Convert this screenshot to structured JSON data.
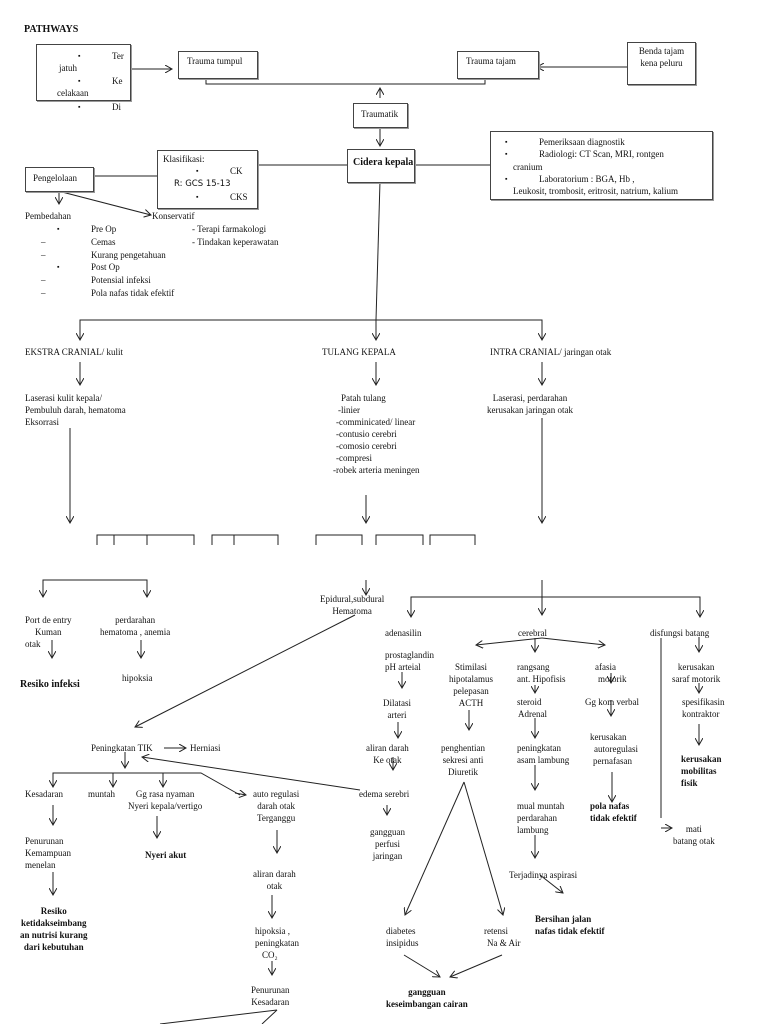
{
  "title": "PATHWAYS",
  "causes": {
    "items": [
      "Ter",
      "jatuh",
      "Ke",
      "celakaan",
      "Di"
    ]
  },
  "trauma_tumpul": "Trauma tumpul",
  "trauma_tajam": "Trauma tajam",
  "benda_tajam": [
    "Benda tajam",
    "kena peluru"
  ],
  "traumatik": "Traumatik",
  "cidera_kepala": "Cidera kepala",
  "diagnostics": [
    "Pemeriksaan diagnostik",
    "Radiologi: CT Scan, MRI, rontgen",
    "cranium",
    "Laboratorium : BGA, Hb ,",
    "Leukosit, trombosit, eritrosit, natrium, kalium"
  ],
  "klasifikasi": {
    "title": "Klasifikasi:",
    "items": [
      "CK",
      "R: GCS 15-13",
      "CKS"
    ]
  },
  "pengelolaan": "Pengelolaan",
  "pembedahan": "Pembedahan",
  "konservatif": "Konservatif",
  "pembedahan_list": [
    "Pre Op",
    "Cemas",
    "Kurang pengetahuan",
    "Post Op",
    "Potensial infeksi",
    "Pola nafas tidak efektif"
  ],
  "konservatif_list": [
    "- Terapi farmakologi",
    "- Tindakan  keperawatan"
  ],
  "ekstra": "EKSTRA CRANIAL/ kulit",
  "tulang": "TULANG KEPALA",
  "intra": "INTRA CRANIAL/ jaringan otak",
  "ekstra_detail": [
    "Laserasi kulit kepala/",
    "Pembuluh darah, hematoma",
    "Eksorrasi"
  ],
  "tulang_detail": [
    "Patah tulang",
    "-linier",
    "-comminicated/ linear",
    "-contusio cerebri",
    "-comosio cerebri",
    "-compresi",
    "-robek arteria meningen"
  ],
  "intra_detail": [
    "Laserasi, perdarahan",
    "kerusakan jaringan otak"
  ],
  "port": [
    "Port de entry",
    "Kuman",
    "otak"
  ],
  "perdarahan": [
    "perdarahan",
    "hematoma , anemia"
  ],
  "resiko_infeksi": "Resiko infeksi",
  "hipoksia": "hipoksia",
  "epidural": [
    "Epidural,subdural",
    "Hematoma"
  ],
  "tik": "Peningkatan TIK",
  "herniasi": "Herniasi",
  "kesadaran": "Kesadaran",
  "muntah": "muntah",
  "gg_rasa": [
    "Gg rasa nyaman",
    "Nyeri kepala/vertigo"
  ],
  "auto_regulasi": [
    "auto regulasi",
    "darah otak",
    "Terganggu"
  ],
  "edema": "edema serebri",
  "penurunan_menelan": [
    "Penurunan",
    "Kemampuan",
    "menelan"
  ],
  "nyeri_akut": "Nyeri akut",
  "resiko_nutrisi": [
    "Resiko",
    "ketidakseimbang",
    "an nutrisi kurang",
    "dari kebutuhan"
  ],
  "aliran_otak": [
    "aliran darah",
    "otak"
  ],
  "hipoksia_co2": [
    "hipoksia ,",
    "peningkatan",
    "CO₂"
  ],
  "penurunan_kesadaran": [
    "Penurunan",
    "Kesadaran"
  ],
  "gangguan_perfusi": [
    "gangguan",
    "perfusi",
    "jaringan"
  ],
  "adenasilin": "adenasilin",
  "prostaglandin": [
    "prostaglandin",
    "pH arteial"
  ],
  "dilatasi": [
    "Dilatasi",
    "arteri"
  ],
  "aliran_ke_otak": [
    "aliran darah",
    "Ke otak"
  ],
  "cerebral": "cerebral",
  "stimulasi": [
    "Stimilasi",
    "hipotalamus",
    "pelepasan",
    "ACTH"
  ],
  "penghentian": [
    "penghentian",
    "sekresi anti",
    "Diuretik"
  ],
  "rangsang": [
    "rangsang",
    "ant. Hipofisis"
  ],
  "steroid": [
    "steroid",
    "Adrenal"
  ],
  "asam": [
    "peningkatan",
    "asam lambung"
  ],
  "mual": [
    "mual muntah",
    "perdarahan",
    "lambung"
  ],
  "aspirasi": "Terjadinya aspirasi",
  "bersihan": [
    "Bersihan jalan",
    "nafas tidak efektif"
  ],
  "afasia": [
    "afasia",
    "motorik"
  ],
  "gg_kom": "Gg kom verbal",
  "kerusakan_auto": [
    "kerusakan",
    "autoregulasi",
    "pernafasan"
  ],
  "pola_nafas": [
    "pola nafas",
    "tidak efektif"
  ],
  "disfungsi": "disfungsi batang",
  "kerusakan_saraf": [
    "kerusakan",
    "saraf motorik"
  ],
  "spesifikasi": [
    "spesifikasin",
    "kontraktor"
  ],
  "mobilitas": [
    "kerusakan",
    "mobilitas",
    "fisik"
  ],
  "mati": [
    "mati",
    "batang otak"
  ],
  "diabetes": [
    "diabetes",
    "insipidus"
  ],
  "retensi": [
    "retensi",
    "Na & Air"
  ],
  "cairan": [
    "gangguan",
    "keseimbangan cairan"
  ]
}
